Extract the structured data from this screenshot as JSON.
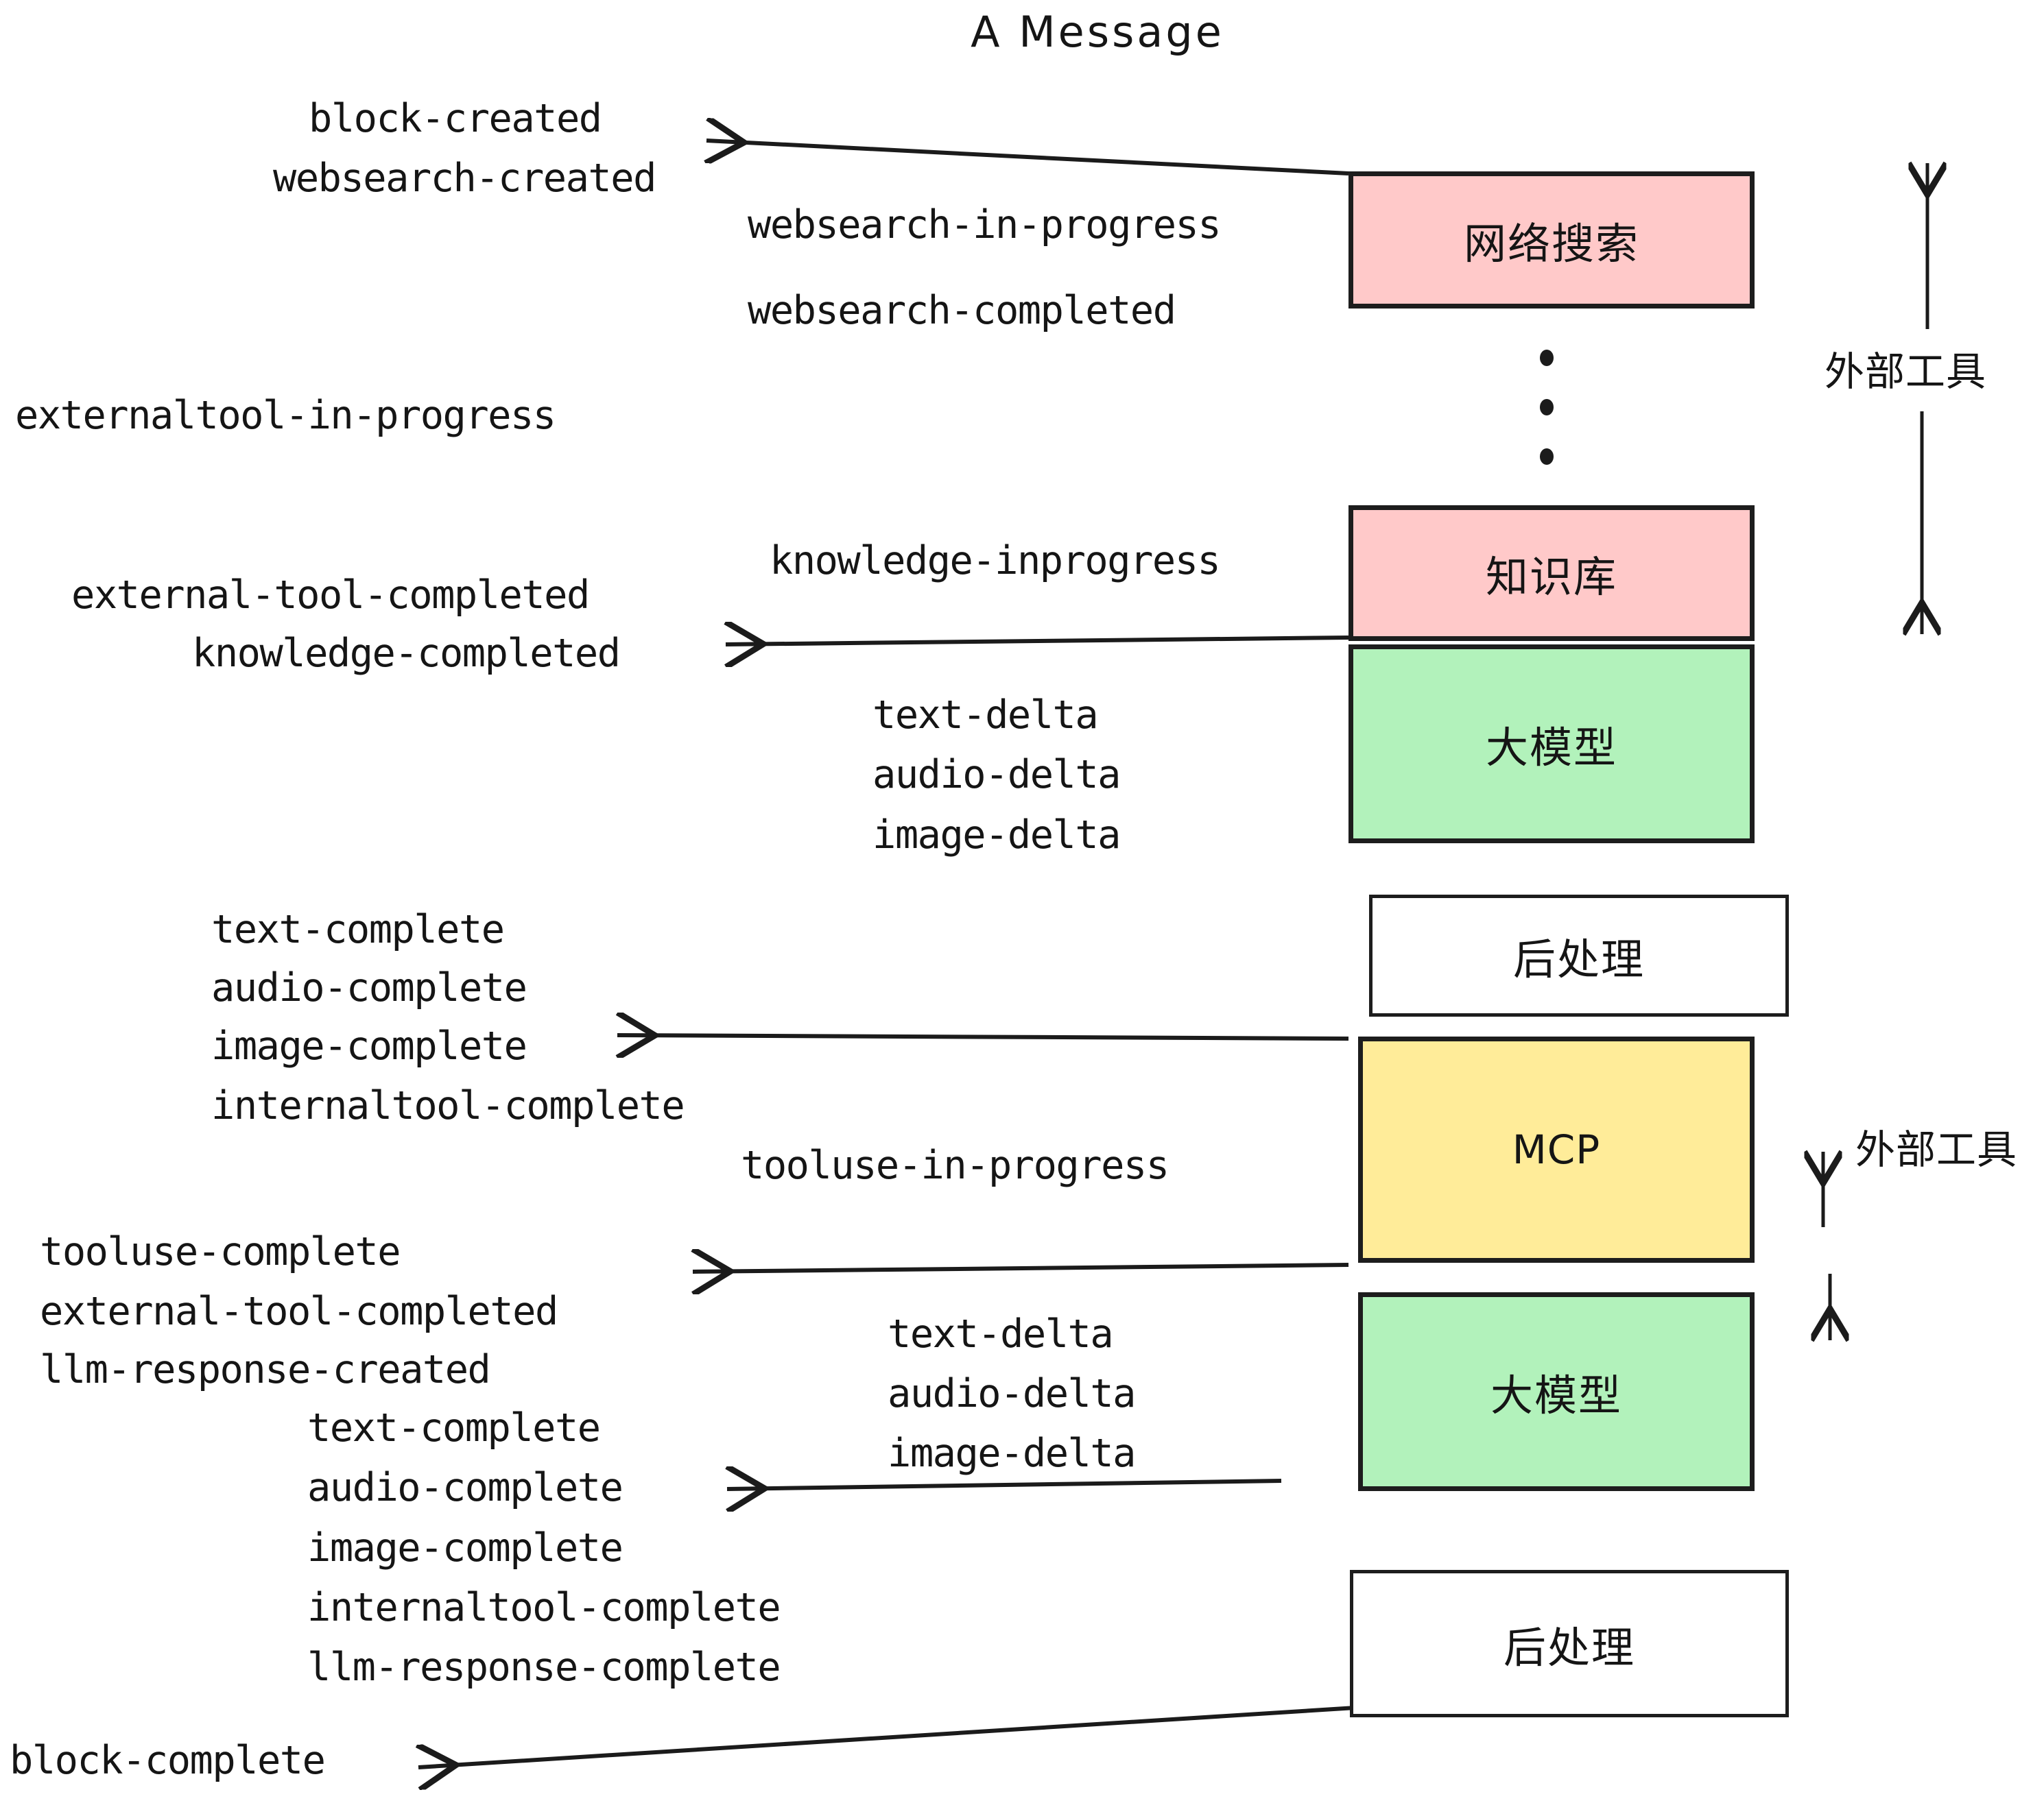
{
  "title": "A Message",
  "colors": {
    "pink": "#FFC9C9",
    "green": "#B2F2BB",
    "yellow": "#FFEC99",
    "white": "#FFFFFF",
    "stroke": "#1d1d1d",
    "text": "#151515"
  },
  "boxes": [
    {
      "id": "websearch",
      "label": "网络搜索",
      "fill": "#FFC9C9"
    },
    {
      "id": "knowledge",
      "label": "知识库",
      "fill": "#FFC9C9"
    },
    {
      "id": "llm-1",
      "label": "大模型",
      "fill": "#B2F2BB"
    },
    {
      "id": "postprocess-1",
      "label": "后处理",
      "fill": "#FFFFFF"
    },
    {
      "id": "mcp",
      "label": "MCP",
      "fill": "#FFEC99"
    },
    {
      "id": "llm-2",
      "label": "大模型",
      "fill": "#B2F2BB"
    },
    {
      "id": "postprocess-2",
      "label": "后处理",
      "fill": "#FFFFFF"
    }
  ],
  "side_labels": {
    "external_tool_top": "外部工具",
    "external_tool_bottom": "外部工具"
  },
  "events": {
    "block_created": "block-created",
    "websearch_created": "websearch-created",
    "websearch_in_progress": "websearch-in-progress",
    "websearch_completed": "websearch-completed",
    "externaltool_in_progress": "externaltool-in-progress",
    "knowledge_inprogress": "knowledge-inprogress",
    "external_tool_completed_1": "external-tool-completed",
    "knowledge_completed": "knowledge-completed",
    "text_delta_1": "text-delta",
    "audio_delta_1": "audio-delta",
    "image_delta_1": "image-delta",
    "text_complete_1": "text-complete",
    "audio_complete_1": "audio-complete",
    "image_complete_1": "image-complete",
    "internaltool_complete_1": "internaltool-complete",
    "tooluse_in_progress": "tooluse-in-progress",
    "tooluse_complete": "tooluse-complete",
    "external_tool_completed_2": "external-tool-completed",
    "llm_response_created": "llm-response-created",
    "text_delta_2": "text-delta",
    "audio_delta_2": "audio-delta",
    "image_delta_2": "image-delta",
    "text_complete_2": "text-complete",
    "audio_complete_2": "audio-complete",
    "image_complete_2": "image-complete",
    "internaltool_complete_2": "internaltool-complete",
    "llm_response_complete": "llm-response-complete",
    "block_complete": "block-complete"
  },
  "ellipsis": "⋮"
}
